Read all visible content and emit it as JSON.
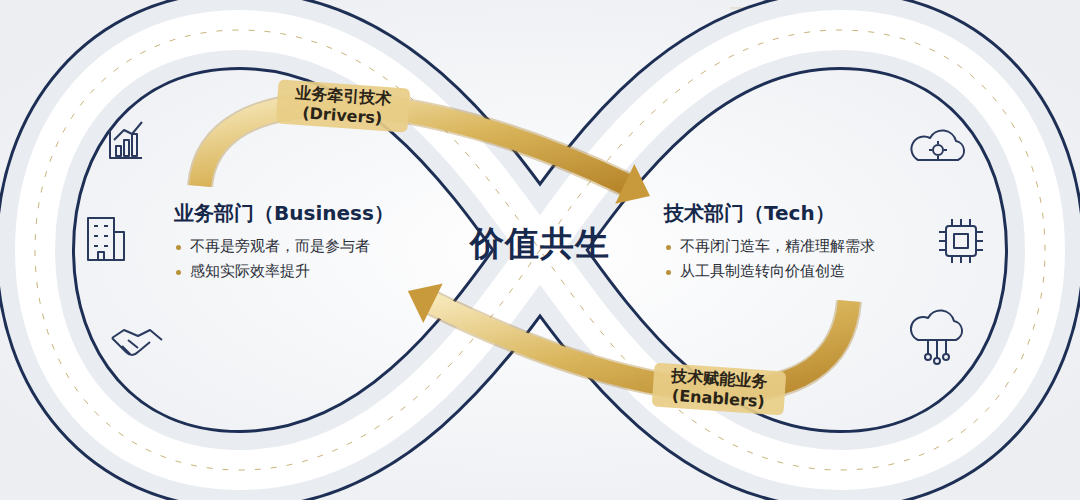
{
  "diagram": {
    "nodes": [
      {
        "text": [
          "业务部门（Business）",
          "不再是旁观者，而是参与者",
          "感知实际效率提升"
        ]
      },
      {
        "text": [
          "价值共生"
        ]
      },
      {
        "text": [
          "技术部门（Tech）",
          "不再闭门造车，精准理解需求",
          "从工具制造转向价值创造"
        ]
      }
    ],
    "edges": [
      {
        "from": 0,
        "to": 2,
        "arrow": "to",
        "label": "业务牵引技术 (Drivers)"
      },
      {
        "from": 2,
        "to": 0,
        "arrow": "to",
        "label": "技术赋能业务 (Enablers)"
      }
    ]
  }
}
